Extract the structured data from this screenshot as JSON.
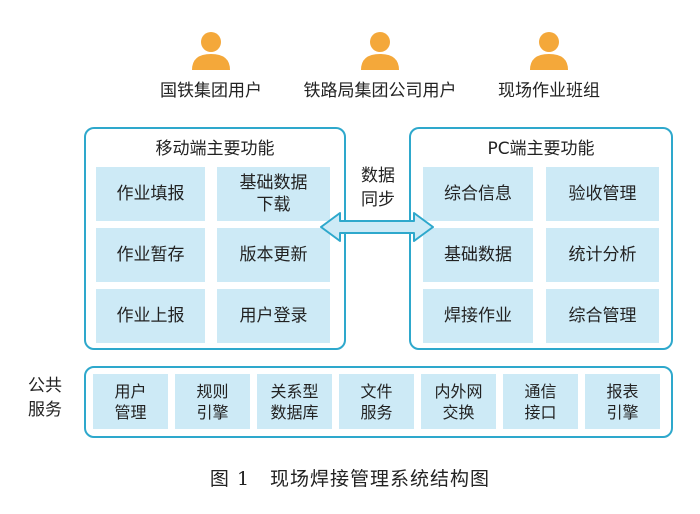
{
  "users": [
    {
      "label": "国铁集团用户"
    },
    {
      "label": "铁路局集团公司用户"
    },
    {
      "label": "现场作业班组"
    }
  ],
  "mobile": {
    "title": "移动端主要功能",
    "cells": [
      "作业填报",
      "基础数据\n下载",
      "作业暂存",
      "版本更新",
      "作业上报",
      "用户登录"
    ]
  },
  "pc": {
    "title": "PC端主要功能",
    "cells": [
      "综合信息",
      "验收管理",
      "基础数据",
      "统计分析",
      "焊接作业",
      "综合管理"
    ]
  },
  "sync_label": "数据\n同步",
  "public": {
    "label": "公共\n服务",
    "services": [
      "用户\n管理",
      "规则\n引擎",
      "关系型\n数据库",
      "文件\n服务",
      "内外网\n交换",
      "通信\n接口",
      "报表\n引擎"
    ]
  },
  "caption": "图 1　现场焊接管理系统结构图",
  "colors": {
    "border": "#2ea8cc",
    "cell": "#cdeaf6",
    "user_icon": "#f4a83a"
  }
}
